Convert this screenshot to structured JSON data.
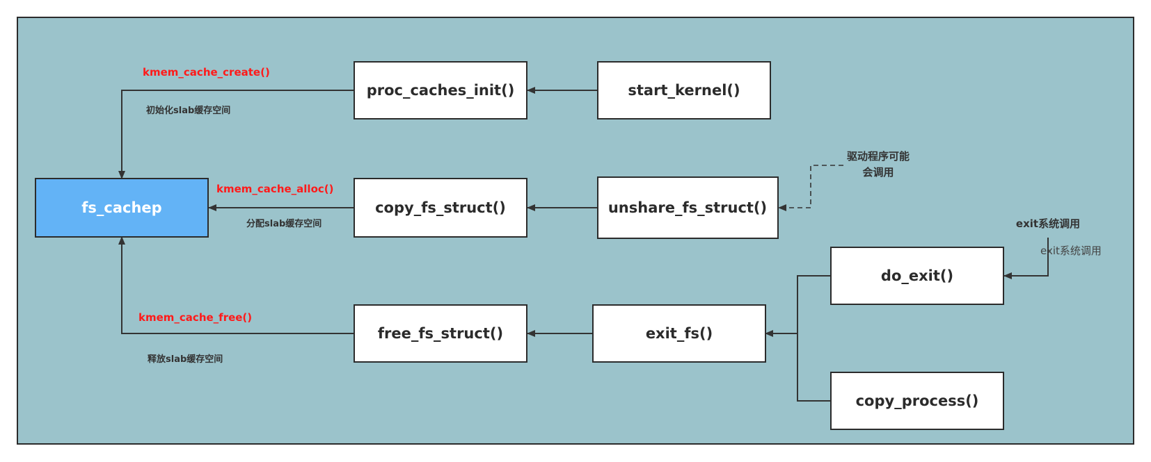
{
  "nodes": {
    "fs_cachep": "fs_cachep",
    "proc_caches_init": "proc_caches_init()",
    "start_kernel": "start_kernel()",
    "copy_fs_struct": "copy_fs_struct()",
    "unshare_fs_struct": "unshare_fs_struct()",
    "free_fs_struct": "free_fs_struct()",
    "exit_fs": "exit_fs()",
    "do_exit": "do_exit()",
    "copy_process": "copy_process()"
  },
  "labels": {
    "kmem_cache_create": "kmem_cache_create()",
    "kmem_cache_alloc": "kmem_cache_alloc()",
    "kmem_cache_free": "kmem_cache_free()",
    "init_slab": "初始化slab缓存空间",
    "alloc_slab": "分配slab缓存空间",
    "free_slab": "释放slab缓存空间",
    "driver_line1": "驱动程序可能",
    "driver_line2": "会调用",
    "exit_syscall_bold": "exit系统调用",
    "exit_syscall_plain": "exit系统调用"
  },
  "colors": {
    "canvas": "#9bc3cb",
    "node_fill": "#ffffff",
    "highlight_node": "#63b3f6",
    "function_label": "#ff1a1a",
    "line": "#333333"
  }
}
